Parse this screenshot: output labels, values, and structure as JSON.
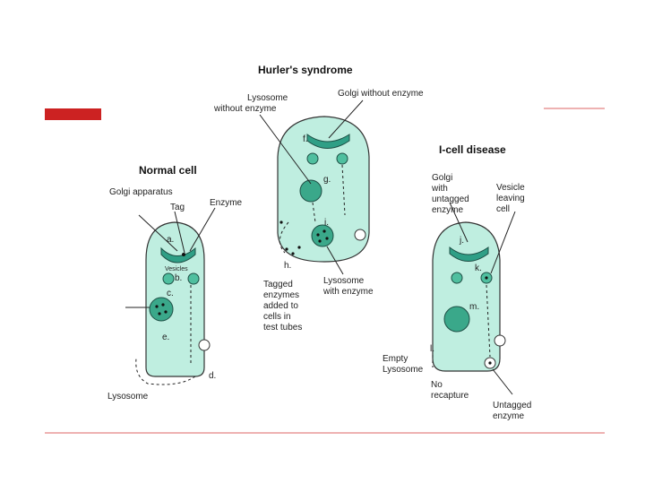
{
  "colors": {
    "accent_red": "#cc2222",
    "rule_red": "#d66",
    "cell_fill": "#bfeee0",
    "organelle": "#2f9f86"
  },
  "diagram": {
    "title": "Hurler's syndrome",
    "normal_title": "Normal cell",
    "icell_title": "I-cell disease",
    "labels": {
      "golgi_apparatus": "Golgi apparatus",
      "enzyme": "Enzyme",
      "tag": "Tag",
      "vesicles": "Vesicles",
      "lysosome": "Lysosome",
      "lysosome_without_enzyme_1": "Lysosome",
      "lysosome_without_enzyme_2": "without enzyme",
      "golgi_without_enzyme": "Golgi without enzyme",
      "lysosome_with_enzyme_1": "Lysosome",
      "lysosome_with_enzyme_2": "with enzyme",
      "tagged_1": "Tagged",
      "tagged_2": "enzymes",
      "tagged_3": "added to",
      "tagged_4": "cells in",
      "tagged_5": "test tubes",
      "golgi_untagged_1": "Golgi",
      "golgi_untagged_2": "with",
      "golgi_untagged_3": "untagged",
      "golgi_untagged_4": "enzyme",
      "vesicle_leaving_1": "Vesicle",
      "vesicle_leaving_2": "leaving",
      "vesicle_leaving_3": "cell",
      "empty_lyso_1": "Empty",
      "empty_lyso_2": "Lysosome",
      "no_recapture_1": "No",
      "no_recapture_2": "recapture",
      "untagged_enzyme_1": "Untagged",
      "untagged_enzyme_2": "enzyme"
    },
    "letters": {
      "a": "a.",
      "b": "b.",
      "c": "c.",
      "d": "d.",
      "e": "e.",
      "f": "f.",
      "g": "g.",
      "h": "h.",
      "i": "i.",
      "j": "j.",
      "k": "k.",
      "l": "l.",
      "m": "m."
    }
  }
}
